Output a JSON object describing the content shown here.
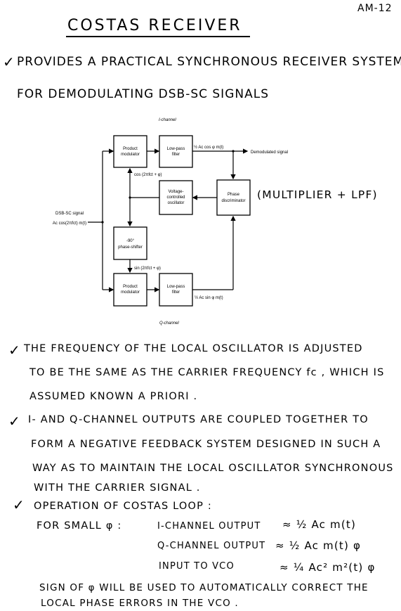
{
  "page_number": "AM-12",
  "title": "COSTAS RECEIVER",
  "intro": {
    "line1": "PROVIDES A PRACTICAL SYNCHRONOUS RECEIVER SYSTEM",
    "line2": "FOR DEMODULATING DSB-SC SIGNALS"
  },
  "diagram": {
    "i_channel": "I-channel",
    "q_channel": "Q-channel",
    "input_label_1": "DSB-SC signal",
    "input_label_2": "Ac cos(2πfct) m(t)",
    "product_modulator_top_1": "Product",
    "product_modulator_top_2": "modulator",
    "product_modulator_bottom_1": "Product",
    "product_modulator_bottom_2": "modulator",
    "lpf_top_1": "Low-pass",
    "lpf_top_2": "filter",
    "lpf_bottom_1": "Low-pass",
    "lpf_bottom_2": "filter",
    "vco_1": "Voltage-",
    "vco_2": "controlled",
    "vco_3": "oscillator",
    "phase_shifter_1": "-90°",
    "phase_shifter_2": "phase-shifter",
    "phase_disc_1": "Phase",
    "phase_disc_2": "discriminator",
    "i_out": "½ Ac cos φ m(t)",
    "q_out": "½ Ac sin φ m(t)",
    "demod_signal": "Demodulated signal",
    "cos_label": "cos (2πfct + φ)",
    "sin_label": "sin (2πfct + φ)",
    "annotation": "(MULTIPLIER + LPF)"
  },
  "bullets": {
    "b1_line1": "THE FREQUENCY OF THE LOCAL OSCILLATOR IS ADJUSTED",
    "b1_line2": "TO BE THE SAME AS THE CARRIER FREQUENCY fc , WHICH IS",
    "b1_line3": "ASSUMED KNOWN A PRIORI .",
    "b2_line1": "I- AND Q-CHANNEL OUTPUTS ARE COUPLED TOGETHER TO",
    "b2_line2": "FORM A NEGATIVE FEEDBACK SYSTEM DESIGNED IN SUCH A",
    "b2_line3": "WAY AS TO MAINTAIN THE LOCAL OSCILLATOR SYNCHRONOUS",
    "b2_line4": "WITH THE CARRIER SIGNAL .",
    "b3_line1": "OPERATION OF COSTAS LOOP :"
  },
  "small_phi": {
    "label": "FOR SMALL φ :",
    "row1_name": "I-CHANNEL OUTPUT",
    "row1_expr": "≈ ½ Ac m(t)",
    "row2_name": "Q-CHANNEL OUTPUT",
    "row2_expr": "≈ ½ Ac m(t) φ",
    "row3_name": "INPUT TO VCO",
    "row3_expr": "≈ ¼ Ac² m²(t) φ"
  },
  "conclusion": {
    "line1": "SIGN OF φ WILL BE USED TO AUTOMATICALLY CORRECT THE",
    "line2": "LOCAL PHASE ERRORS IN THE VCO ."
  },
  "check_mark": "✓"
}
